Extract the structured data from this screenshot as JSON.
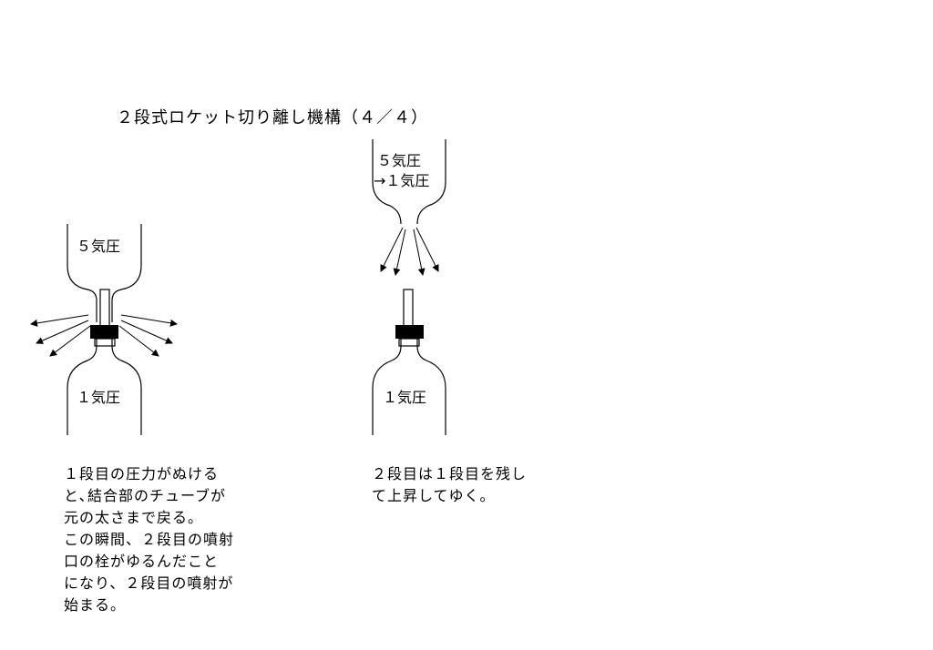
{
  "title": "２段式ロケット切り離し機構（４／４）",
  "left_stage": {
    "upper_pressure": "５気圧",
    "lower_pressure": "１気圧"
  },
  "right_stage": {
    "upper_pressure_line1": "５気圧",
    "upper_pressure_line2": "→１気圧",
    "lower_pressure": "１気圧"
  },
  "captions": {
    "left": [
      "１段目の圧力がぬける",
      "と､結合部のチューブが",
      "元の太さまで戻る。",
      "この瞬間、２段目の噴射",
      "口の栓がゆるんだこと",
      "になり、２段目の噴射が",
      "始まる。"
    ],
    "right": [
      "２段目は１段目を残し",
      "て上昇してゆく。"
    ]
  },
  "colors": {
    "line": "#000000",
    "plug": "#000000",
    "background": "#ffffff"
  }
}
